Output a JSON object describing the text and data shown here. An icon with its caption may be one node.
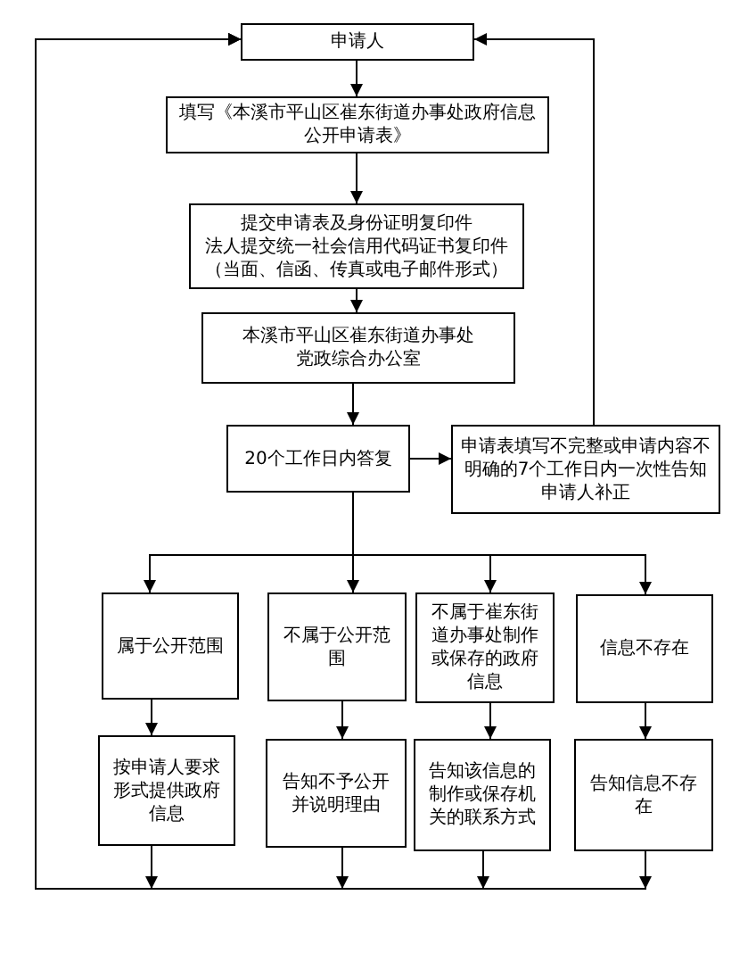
{
  "diagram": {
    "nodes": [
      {
        "text": [
          "申请人"
        ]
      },
      {
        "text": [
          "填写《本溪市平山区崔东街道办事处政府信息公开申请表》"
        ]
      },
      {
        "text": [
          "提交申请表及身份证明复印件",
          "法人提交统一社会信用代码证书复印件",
          "（当面、信函、传真或电子邮件形式）"
        ]
      },
      {
        "text": [
          "本溪市平山区崔东街道办事处党政综合办公室"
        ]
      },
      {
        "text": [
          "20个工作日内答复"
        ]
      },
      {
        "text": [
          "申请表填写不完整或申请内容不明确的7个工作日内一次性告知申请人补正"
        ]
      },
      {
        "text": [
          "属于公开范围"
        ]
      },
      {
        "text": [
          "不属于公开范围"
        ]
      },
      {
        "text": [
          "不属于崔东街道办事处制作或保存的政府信息"
        ]
      },
      {
        "text": [
          "信息不存在"
        ]
      },
      {
        "text": [
          "按申请人要求形式提供政府信息"
        ]
      },
      {
        "text": [
          "告知不予公开并说明理由"
        ]
      },
      {
        "text": [
          "告知该信息的制作或保存机关的联系方式"
        ]
      },
      {
        "text": [
          "告知信息不存在"
        ]
      }
    ],
    "edges": [
      {
        "from": 0,
        "to": 1,
        "arrow": "to"
      },
      {
        "from": 1,
        "to": 2,
        "arrow": "to"
      },
      {
        "from": 2,
        "to": 3,
        "arrow": "to"
      },
      {
        "from": 3,
        "to": 4,
        "arrow": "to"
      },
      {
        "from": 4,
        "to": 5,
        "arrow": "to"
      },
      {
        "from": 5,
        "to": 0,
        "arrow": "to"
      },
      {
        "from": 4,
        "to": 6,
        "arrow": "to"
      },
      {
        "from": 4,
        "to": 7,
        "arrow": "to"
      },
      {
        "from": 4,
        "to": 8,
        "arrow": "to"
      },
      {
        "from": 4,
        "to": 9,
        "arrow": "to"
      },
      {
        "from": 6,
        "to": 10,
        "arrow": "to"
      },
      {
        "from": 7,
        "to": 11,
        "arrow": "to"
      },
      {
        "from": 8,
        "to": 12,
        "arrow": "to"
      },
      {
        "from": 9,
        "to": 13,
        "arrow": "to"
      },
      {
        "from": 10,
        "to": 0,
        "arrow": "to"
      },
      {
        "from": 11,
        "to": 0,
        "arrow": "to"
      },
      {
        "from": 12,
        "to": 0,
        "arrow": "to"
      },
      {
        "from": 13,
        "to": 0,
        "arrow": "to"
      }
    ]
  }
}
